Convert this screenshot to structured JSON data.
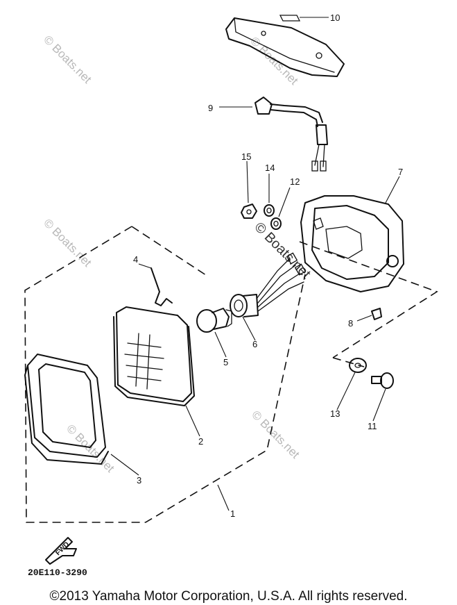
{
  "diagram": {
    "callouts": [
      "1",
      "2",
      "3",
      "4",
      "5",
      "6",
      "7",
      "8",
      "9",
      "10",
      "11",
      "12",
      "13",
      "14",
      "15"
    ],
    "diagram_code": "20E110-3290",
    "fwd_label": "FWD",
    "watermark_text": "© Boats.net",
    "copyright": "©2013 Yamaha Motor Corporation, U.S.A. All rights reserved."
  }
}
